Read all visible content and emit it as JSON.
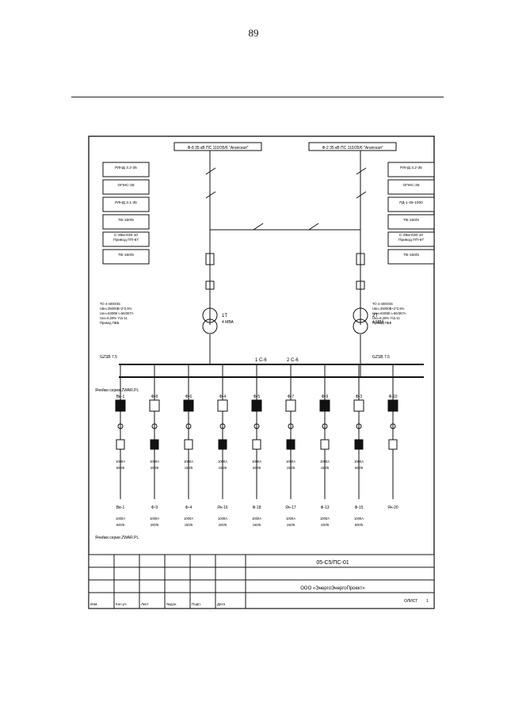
{
  "page": {
    "number": "89"
  },
  "sheet": {
    "title_left": "Ф-8 35 кВ ПС 110/35/6 \"Агапская\"",
    "title_right": "Ф-2 35 кВ ПС 110/35/6 \"Агапская\"",
    "stamp": {
      "doc_code": "05-С5/ПС-01",
      "organization": "ООО «ЭнергоЭнергоПроект»",
      "sheet_label": "ОЛИСТ",
      "sheet_number": "1"
    }
  },
  "equipment_left": [
    {
      "label": "РЛНД 3.2-35"
    },
    {
      "label": "ОПНС-35"
    },
    {
      "label": "РЛНД 3.1-35"
    },
    {
      "label": "ТВ-150/5"
    },
    {
      "label": "С-35м-630-10\nПривод ПП-67"
    },
    {
      "label": "ТВ-150/5"
    }
  ],
  "equipment_right": [
    {
      "label": "РЛНД 3.2-35"
    },
    {
      "label": "ОПНС-35"
    },
    {
      "label": "РД-1-35-1000"
    },
    {
      "label": "ТВ-150/5"
    },
    {
      "label": "С-35м-630-10\nПривод ПП-67"
    },
    {
      "label": "ТВ-150/5"
    }
  ],
  "transformers": [
    {
      "name": "1Т",
      "power": "4 МВА",
      "note": "ТО 4-4000/35\nUвн=35000В+2*2,5%\nUнн=6300В  I=66/367А\nUкз=6,28%  Y/Δ-11\nПривод ПБВ"
    },
    {
      "name": "2Т",
      "power": "4 МВА",
      "note": "ТО 4-4000/35\nUвн=35000В+2*2,5%\nUнн=6300В  I=66/367А\nUкз=6,28%  Y/Δ-11\nПривод ПБВ"
    }
  ],
  "bus_labels": {
    "bus1": "1 С-6",
    "bus2": "2 С-6",
    "gzsb_left": "GZSB 7.5",
    "gzsb_right": "GZSB 7.5"
  },
  "switchgear": {
    "series_top": "Ячейки серии ZWAR.PL",
    "series_bottom": "Ячейки серии ZWAR.PL",
    "cells_top": [
      "Вв-1",
      "Ф-8",
      "Ф-6",
      "Ф-4",
      "Ф-5",
      "Ф-7",
      "Ф-9",
      "Ф-3",
      "Ф-10"
    ],
    "cells_bottom": [
      "Вв-1",
      "Ф-9",
      "Ф-4",
      "Яч-16",
      "Ф-18",
      "Яч-17",
      "Ф-13",
      "Ф-15",
      "Яч-20"
    ],
    "currents_top": [
      "1000А",
      "1000А",
      "1000А",
      "1000А",
      "1000А",
      "1000А",
      "1000А",
      "1000А"
    ],
    "ct_top": [
      "600/5",
      "200/5",
      "150/5",
      "150/5",
      "200/5",
      "150/5",
      "150/5",
      "600/5"
    ],
    "currents_bottom": [
      "1000А",
      "1000А",
      "1000А",
      "1000А",
      "1000А",
      "1000А",
      "1000А",
      "1000А"
    ],
    "ct_bottom": [
      "600/5",
      "200/5",
      "150/5",
      "200/5",
      "150/5",
      "150/5",
      "100/5",
      "600/5"
    ]
  },
  "revision_table": [
    "Изм.",
    "Кол.уч.",
    "Лист",
    "№док.",
    "Подп.",
    "Дата"
  ]
}
